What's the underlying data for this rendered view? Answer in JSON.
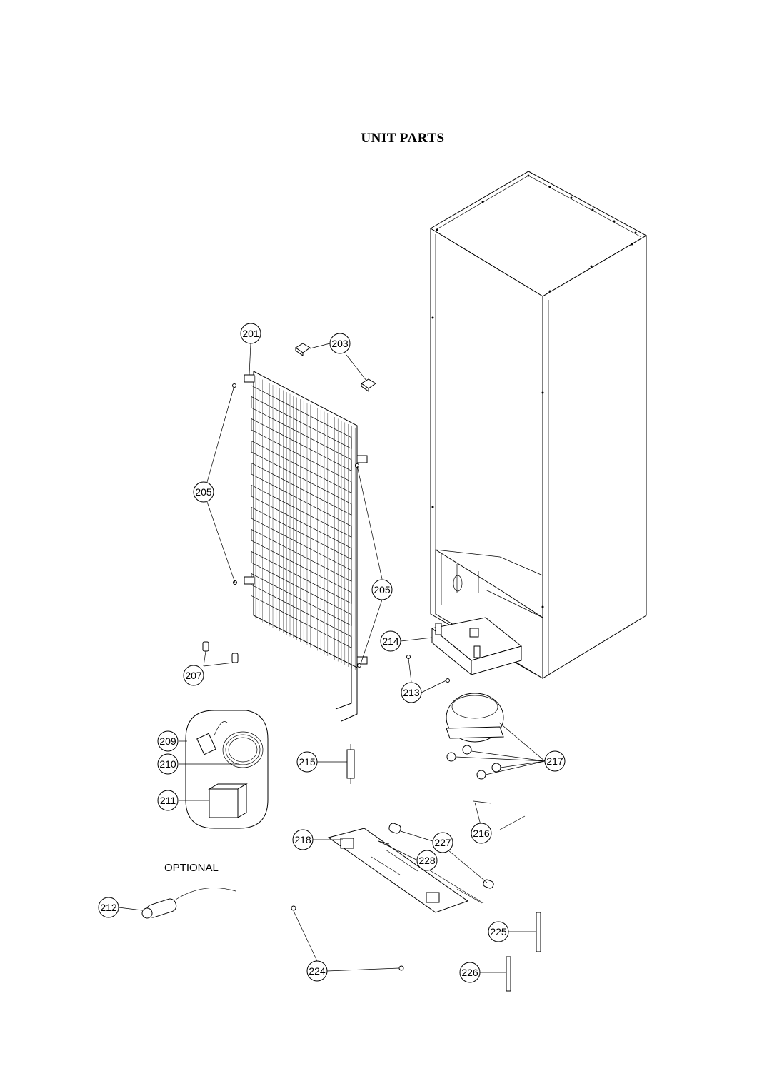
{
  "title": "UNIT PARTS",
  "optional_label": "OPTIONAL",
  "callouts": {
    "c201": "201",
    "c203": "203",
    "c205a": "205",
    "c205b": "205",
    "c207": "207",
    "c209": "209",
    "c210": "210",
    "c211": "211",
    "c212": "212",
    "c213": "213",
    "c214": "214",
    "c215": "215",
    "c216": "216",
    "c217": "217",
    "c218": "218",
    "c224": "224",
    "c225": "225",
    "c226": "226",
    "c227": "227",
    "c228": "228"
  }
}
